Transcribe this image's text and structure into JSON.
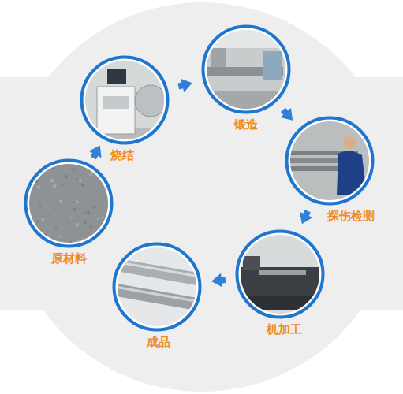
{
  "diagram": {
    "nodes": [
      {
        "text": [
          "原材料"
        ]
      },
      {
        "text": [
          "烧结"
        ]
      },
      {
        "text": [
          "锻造"
        ]
      },
      {
        "text": [
          "探伤检测"
        ]
      },
      {
        "text": [
          "机加工"
        ]
      },
      {
        "text": [
          "成品"
        ]
      }
    ],
    "edges": [
      {
        "from": 0,
        "to": 1,
        "arrow": "to"
      },
      {
        "from": 1,
        "to": 2,
        "arrow": "to"
      },
      {
        "from": 2,
        "to": 3,
        "arrow": "to"
      },
      {
        "from": 3,
        "to": 4,
        "arrow": "to"
      },
      {
        "from": 4,
        "to": 5,
        "arrow": "to"
      }
    ]
  }
}
